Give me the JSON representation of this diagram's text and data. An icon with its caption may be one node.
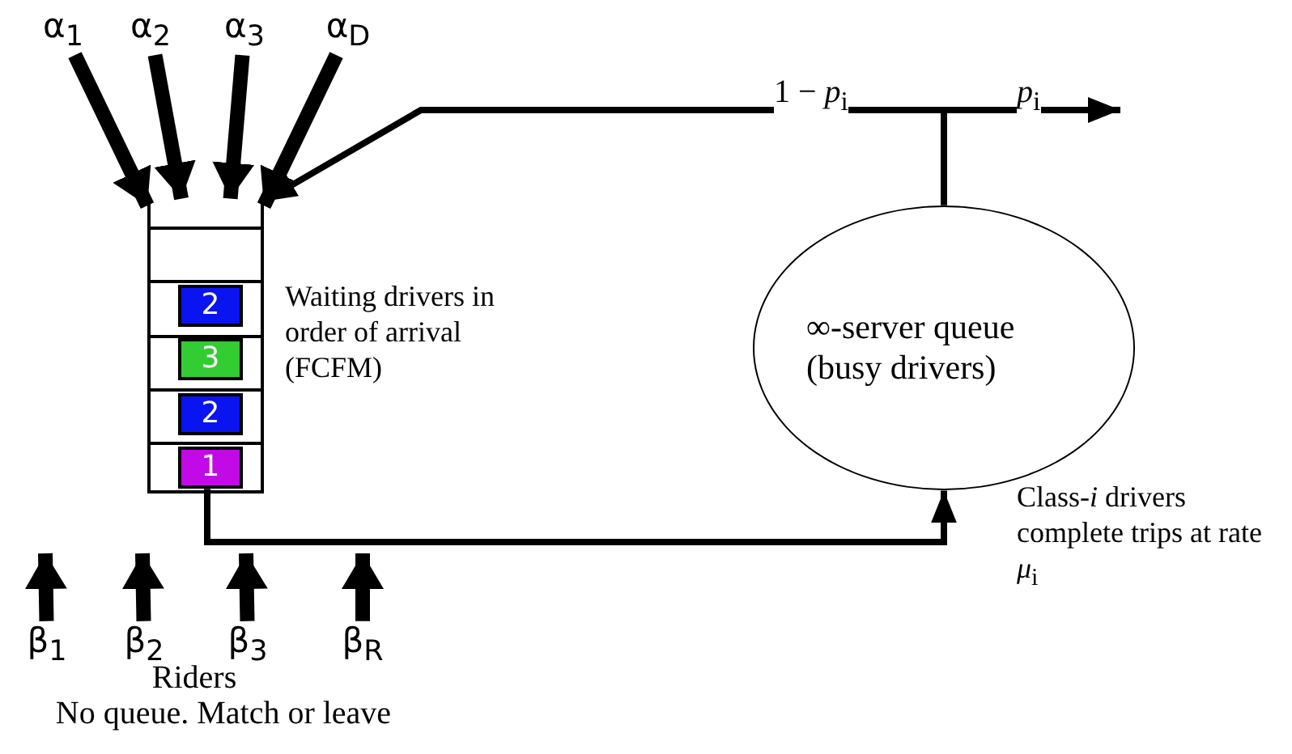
{
  "diagram": {
    "nodes": [
      {
        "text": [
          "α$_{1}$"
        ]
      },
      {
        "text": [
          "α$_{2}$"
        ]
      },
      {
        "text": [
          "α$_{3}$"
        ]
      },
      {
        "text": [
          "α$_{D}$"
        ]
      },
      {
        "text": [],
        "shape": "box",
        "beside": [
          "Waiting drivers in order of arrival (FCFM)"
        ]
      },
      {
        "text": [
          "2"
        ],
        "in": 4
      },
      {
        "text": [
          "3"
        ],
        "in": 4
      },
      {
        "text": [
          "2"
        ],
        "in": 4
      },
      {
        "text": [
          "1"
        ],
        "in": 4
      },
      {
        "text": [
          "∞-server queue (busy drivers)"
        ],
        "beside": [
          "Class-*i* drivers complete trips at rate *μ*$_{i}$"
        ]
      },
      {
        "text": [
          "β$_{1}$"
        ]
      },
      {
        "text": [
          "β$_{2}$"
        ]
      },
      {
        "text": [
          "β$_{3}$"
        ]
      },
      {
        "text": [
          "β$_{R}$"
        ]
      }
    ],
    "edges": [
      {
        "from": 0,
        "to": 4,
        "arrow": "to"
      },
      {
        "from": 1,
        "to": 4,
        "arrow": "to"
      },
      {
        "from": 2,
        "to": 4,
        "arrow": "to"
      },
      {
        "from": 3,
        "to": 4,
        "arrow": "to"
      },
      {
        "from": 9,
        "to": 4,
        "arrow": "to",
        "label": "1 − *p*$_{i}$"
      },
      {
        "from": 9,
        "to": null,
        "arrow": "to",
        "label": "*p*$_{i}$"
      },
      {
        "from": 8,
        "to": 9,
        "arrow": "to"
      },
      {
        "from": 10,
        "to": null,
        "arrow": "to"
      },
      {
        "from": 11,
        "to": null,
        "arrow": "to"
      },
      {
        "from": 12,
        "to": null,
        "arrow": "to"
      },
      {
        "from": 13,
        "to": null,
        "arrow": "to"
      }
    ],
    "labels": [
      "Riders",
      "No queue. Match or leave"
    ]
  }
}
